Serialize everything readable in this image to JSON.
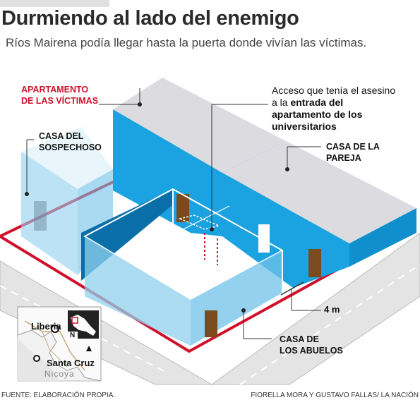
{
  "header": {
    "title": "Durmiendo al lado del enemigo",
    "subtitle": "Ríos Mairena podía llegar hasta la puerta donde vivían las víctimas."
  },
  "labels": {
    "victims_apartment": [
      "APARTAMENTO",
      "DE LAS VÍCTIMAS"
    ],
    "suspect_house": [
      "CASA DEL",
      "SOSPECHOSO"
    ],
    "couple_house": [
      "CASA DE LA",
      "PAREJA"
    ],
    "grandparents_house": [
      "CASA DE",
      "LOS ABUELOS"
    ],
    "access_line1": "Acceso que tenía el asesino",
    "access_line2_prefix": "a la ",
    "access_line2_bold": "entrada del",
    "access_line3": "apartamento de los",
    "access_line4": "universitarios",
    "scale": "4 m"
  },
  "map": {
    "city1": "Liberia",
    "city2": "Santa Cruz",
    "region": "Nicoya",
    "north": "N"
  },
  "footer": {
    "source": "FUENTE: ELABORACIÓN PROPIA.",
    "credits": "FIORELLA MORA Y  GUSTAVO FALLAS/ LA NACIÓN"
  },
  "colors": {
    "accent_red": "#d0112b",
    "building_blue": "#1aa3e0",
    "roof_gray": "#dcdce0",
    "road_gray": "#e6e6e6"
  }
}
